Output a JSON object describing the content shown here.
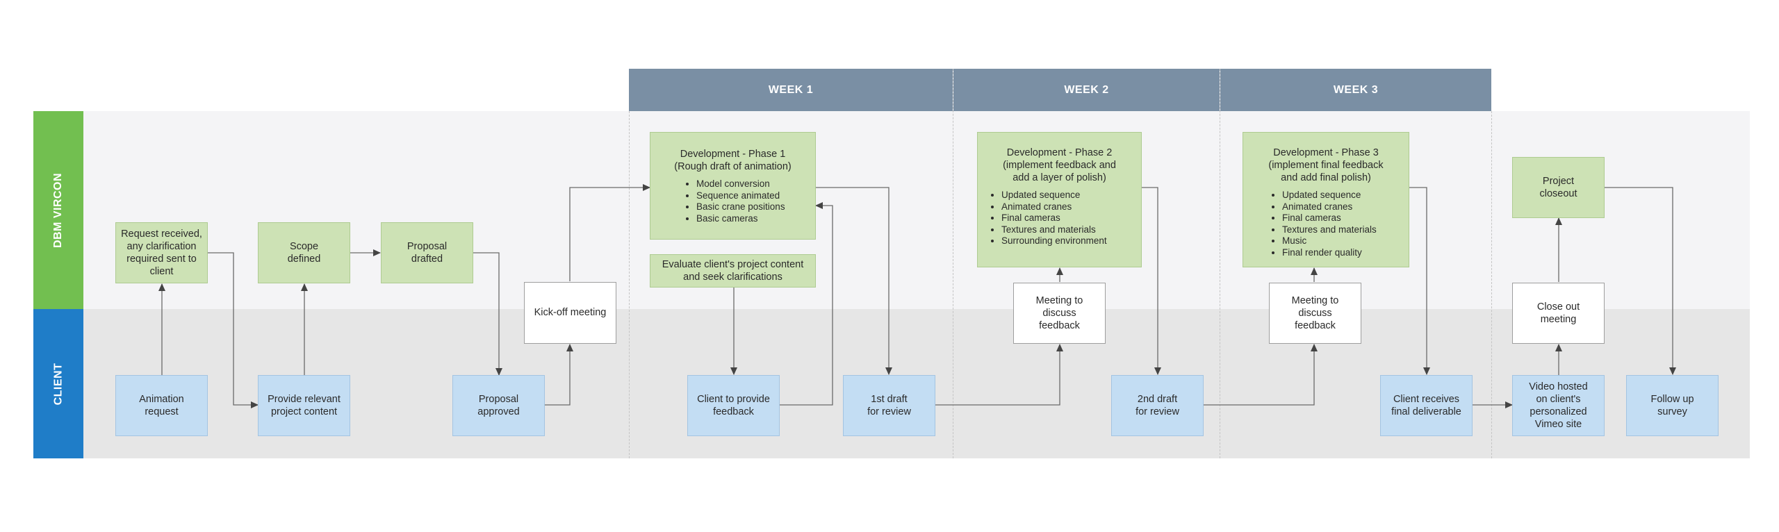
{
  "lanes": {
    "top": "DBM VIRCON",
    "bottom": "CLIENT"
  },
  "weeks": [
    "WEEK 1",
    "WEEK 2",
    "WEEK 3"
  ],
  "colors": {
    "green_lane": "#72bf50",
    "blue_lane": "#1f7dc8",
    "week_header": "#7a8fa4",
    "task_green": "#cde2b5",
    "task_blue": "#c3ddf3"
  },
  "boxes": {
    "request_received": "Request received, any clarification required sent to client",
    "scope_defined": "Scope defined",
    "proposal_drafted": "Proposal drafted",
    "kickoff_meeting": "Kick-off meeting",
    "animation_request": "Animation request",
    "provide_content": "Provide relevant project content",
    "proposal_approved": "Proposal approved",
    "dev1": {
      "title": "Development - Phase 1 (Rough draft of animation)",
      "items": [
        "Model conversion",
        "Sequence animated",
        "Basic crane positions",
        "Basic cameras"
      ]
    },
    "evaluate": "Evaluate client's project content and seek clarifications",
    "client_feedback": "Client to provide feedback",
    "draft1": "1st draft for review",
    "dev2": {
      "title": "Development - Phase 2 (implement feedback and add a layer of polish)",
      "items": [
        "Updated sequence",
        "Animated cranes",
        "Final cameras",
        "Textures and materials",
        "Surrounding environment"
      ]
    },
    "meeting1": "Meeting to discuss feedback",
    "draft2": "2nd draft for review",
    "dev3": {
      "title": "Development - Phase 3 (implement final feedback and add final polish)",
      "items": [
        "Updated sequence",
        "Animated cranes",
        "Final cameras",
        "Textures and materials",
        "Music",
        "Final render quality"
      ]
    },
    "meeting2": "Meeting to discuss feedback",
    "final_deliverable": "Client receives final deliverable",
    "closeout_project": "Project closeout",
    "closeout_meeting": "Close out meeting",
    "video_hosted": "Video hosted on client's personalized Vimeo site",
    "follow_up": "Follow up survey"
  }
}
